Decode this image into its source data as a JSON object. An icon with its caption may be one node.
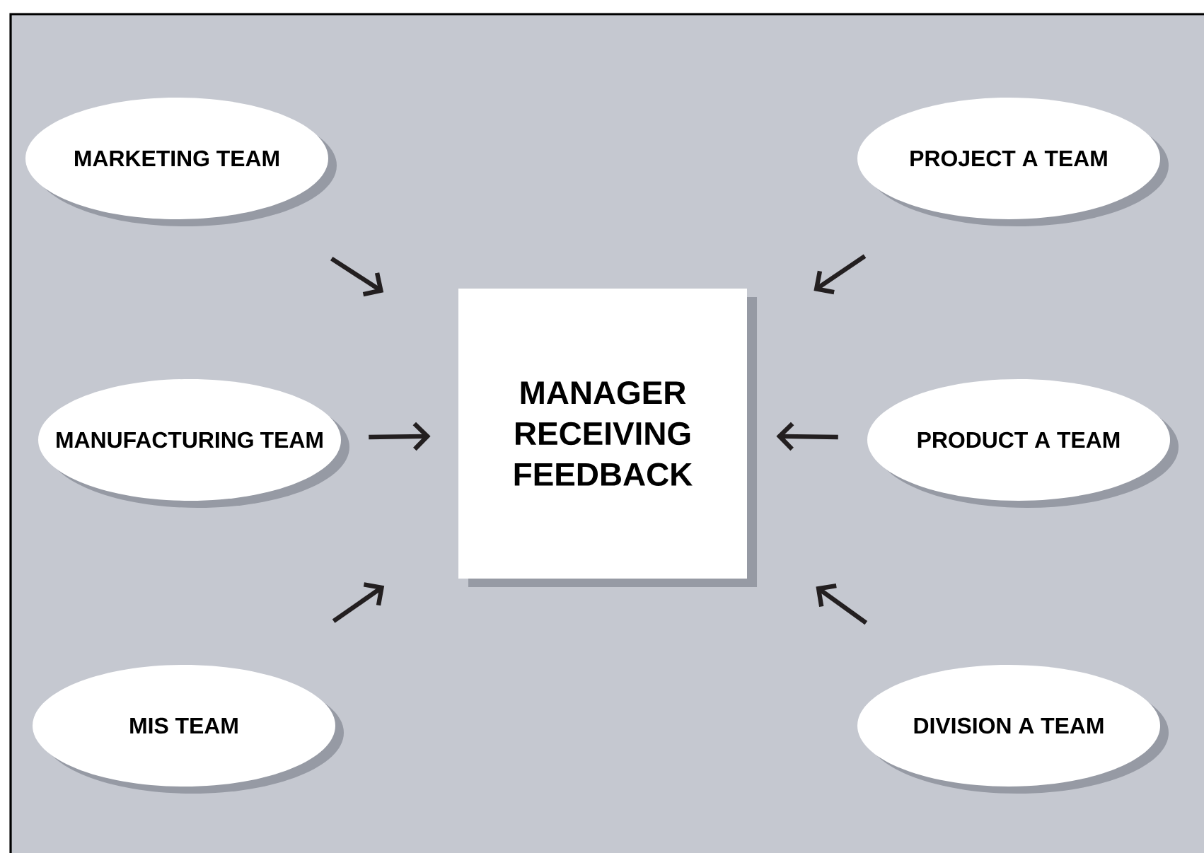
{
  "diagram": {
    "nodes": [
      {
        "text": [
          "MARKETING TEAM"
        ]
      },
      {
        "text": [
          "MANUFACTURING TEAM"
        ]
      },
      {
        "text": [
          "MIS TEAM"
        ]
      },
      {
        "text": [
          "PROJECT A TEAM"
        ]
      },
      {
        "text": [
          "PRODUCT A TEAM"
        ]
      },
      {
        "text": [
          "DIVISION A TEAM"
        ]
      },
      {
        "text": [
          "MANAGER RECEIVING FEEDBACK"
        ]
      }
    ],
    "edges": [
      {
        "from": 0,
        "to": 6,
        "arrow": "to"
      },
      {
        "from": 1,
        "to": 6,
        "arrow": "to"
      },
      {
        "from": 2,
        "to": 6,
        "arrow": "to"
      },
      {
        "from": 3,
        "to": 6,
        "arrow": "to"
      },
      {
        "from": 4,
        "to": 6,
        "arrow": "to"
      },
      {
        "from": 5,
        "to": 6,
        "arrow": "to"
      }
    ]
  }
}
